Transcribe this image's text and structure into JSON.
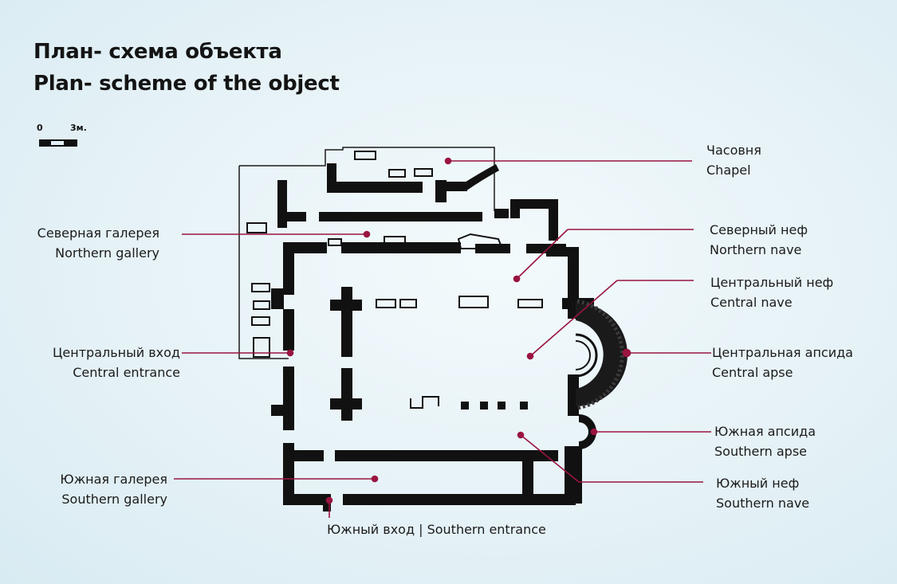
{
  "title_ru": "План- схема объекта",
  "title_en": "Plan- scheme of the object",
  "scale": {
    "zero": "0",
    "length": "3м."
  },
  "accent_color": "#9a1440",
  "wall_color": "#111111",
  "labels": {
    "chapel": {
      "ru": "Часовня",
      "en": "Chapel"
    },
    "northern_gallery": {
      "ru": "Северная галерея",
      "en": "Northern gallery"
    },
    "northern_nave": {
      "ru": "Северный неф",
      "en": "Northern nave"
    },
    "central_nave": {
      "ru": "Центральный неф",
      "en": "Central nave"
    },
    "central_entrance": {
      "ru": "Центральный вход",
      "en": "Central entrance"
    },
    "central_apse": {
      "ru": "Центральная апсида",
      "en": "Central apse"
    },
    "southern_apse": {
      "ru": "Южная апсида",
      "en": "Southern apse"
    },
    "southern_gallery": {
      "ru": "Южная галерея",
      "en": "Southern gallery"
    },
    "southern_nave": {
      "ru": "Южный неф",
      "en": "Southern nave"
    },
    "southern_entrance": "Южный вход | Southern entrance"
  }
}
